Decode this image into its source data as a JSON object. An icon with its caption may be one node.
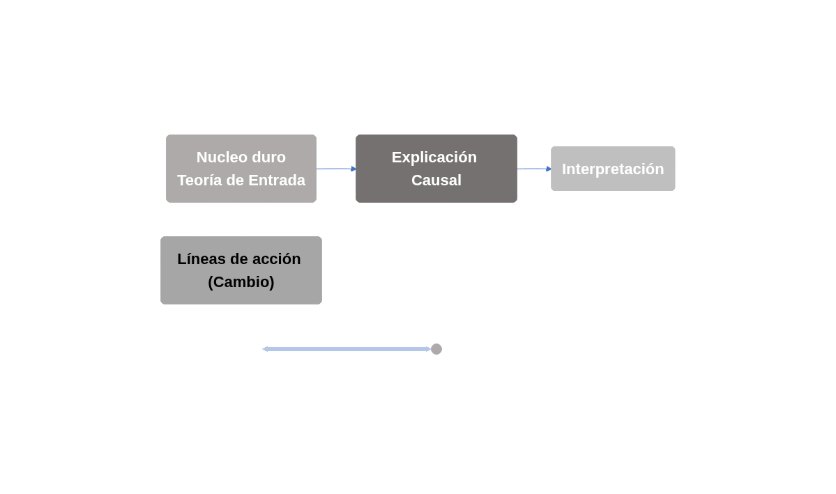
{
  "diagram": {
    "nodes": [
      {
        "text": [
          "Nucleo duro",
          "Teoría de Entrada"
        ]
      },
      {
        "text": [
          "Explicación Causal"
        ]
      },
      {
        "text": [
          "Interpretación"
        ]
      },
      {
        "text": [
          "Líneas de acción (Cambio)"
        ]
      },
      {
        "text": [],
        "shape": "circle"
      }
    ],
    "edges": [
      {
        "from": 0,
        "to": 1,
        "arrow": "to"
      },
      {
        "from": 1,
        "to": 2,
        "arrow": "to"
      },
      {
        "from": null,
        "to": 4,
        "arrow": "both",
        "style": "thick",
        "color": "#b4c7e7"
      }
    ]
  }
}
